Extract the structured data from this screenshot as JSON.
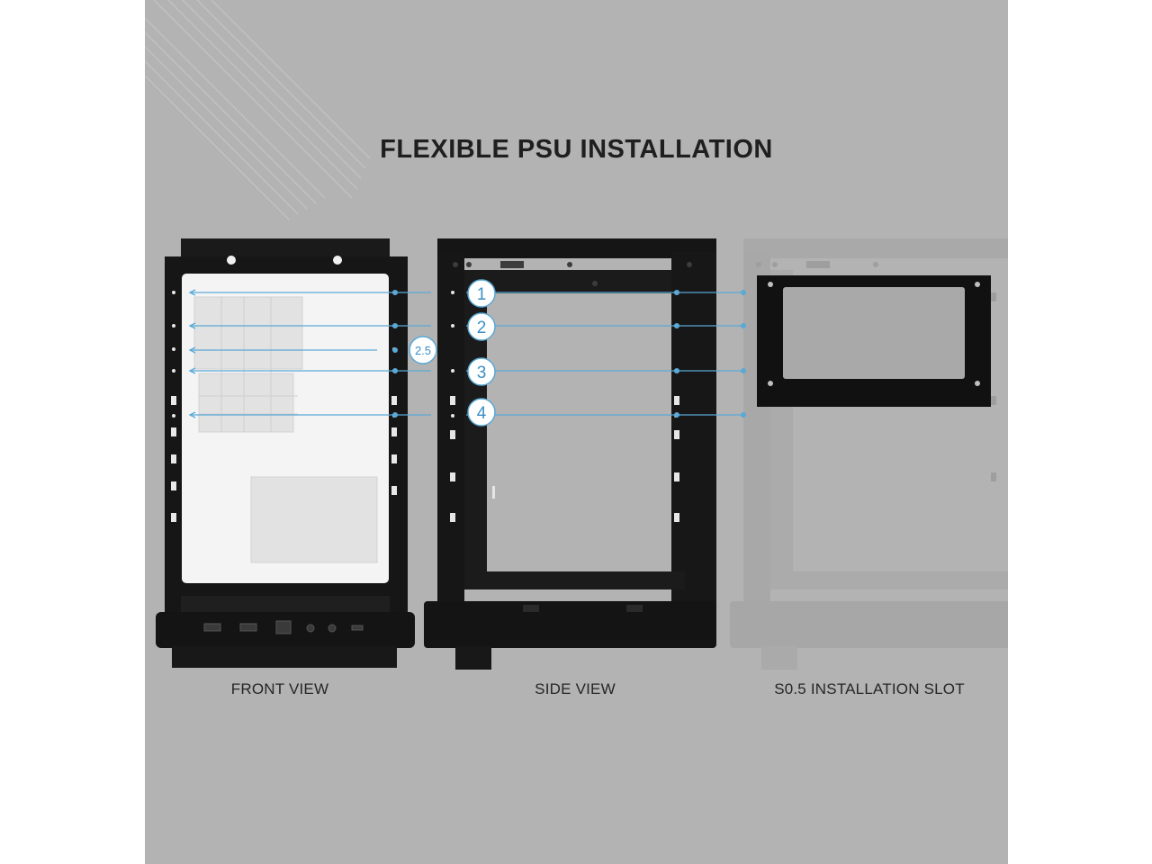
{
  "title": "FLEXIBLE PSU INSTALLATION",
  "views": {
    "front": "FRONT VIEW",
    "side": "SIDE VIEW",
    "slot": "S0.5 INSTALLATION SLOT"
  },
  "positions": [
    "1",
    "2",
    "2.5",
    "3",
    "4"
  ],
  "colors": {
    "panel_bg": "#b3b3b3",
    "title_text": "#1f1f1f",
    "accent_lines": "#5aa9d6",
    "case_black": "#141414"
  }
}
